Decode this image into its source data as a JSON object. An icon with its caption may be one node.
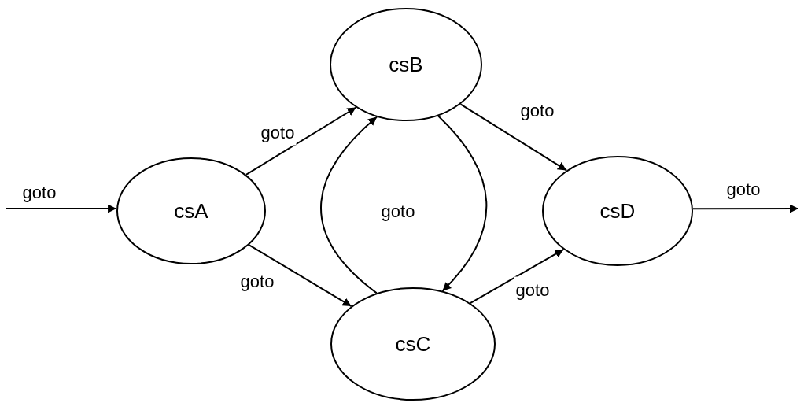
{
  "diagram": {
    "nodes": [
      {
        "text": [
          "csA"
        ]
      },
      {
        "text": [
          "csB"
        ]
      },
      {
        "text": [
          "csC"
        ]
      },
      {
        "text": [
          "csD"
        ]
      }
    ],
    "edges": [
      {
        "from": null,
        "to": 0,
        "arrow": "to",
        "label": "goto"
      },
      {
        "from": 0,
        "to": 1,
        "arrow": "to",
        "label": "goto"
      },
      {
        "from": 0,
        "to": 2,
        "arrow": "to",
        "label": "goto"
      },
      {
        "from": 1,
        "to": 3,
        "arrow": "to",
        "label": "goto"
      },
      {
        "from": 2,
        "to": 3,
        "arrow": "to",
        "label": "goto"
      },
      {
        "from": 1,
        "to": 2,
        "arrow": "to"
      },
      {
        "from": 2,
        "to": 1,
        "arrow": "to"
      },
      {
        "from": 3,
        "to": null,
        "arrow": "to",
        "label": "goto"
      }
    ],
    "labels": [
      "goto"
    ]
  }
}
